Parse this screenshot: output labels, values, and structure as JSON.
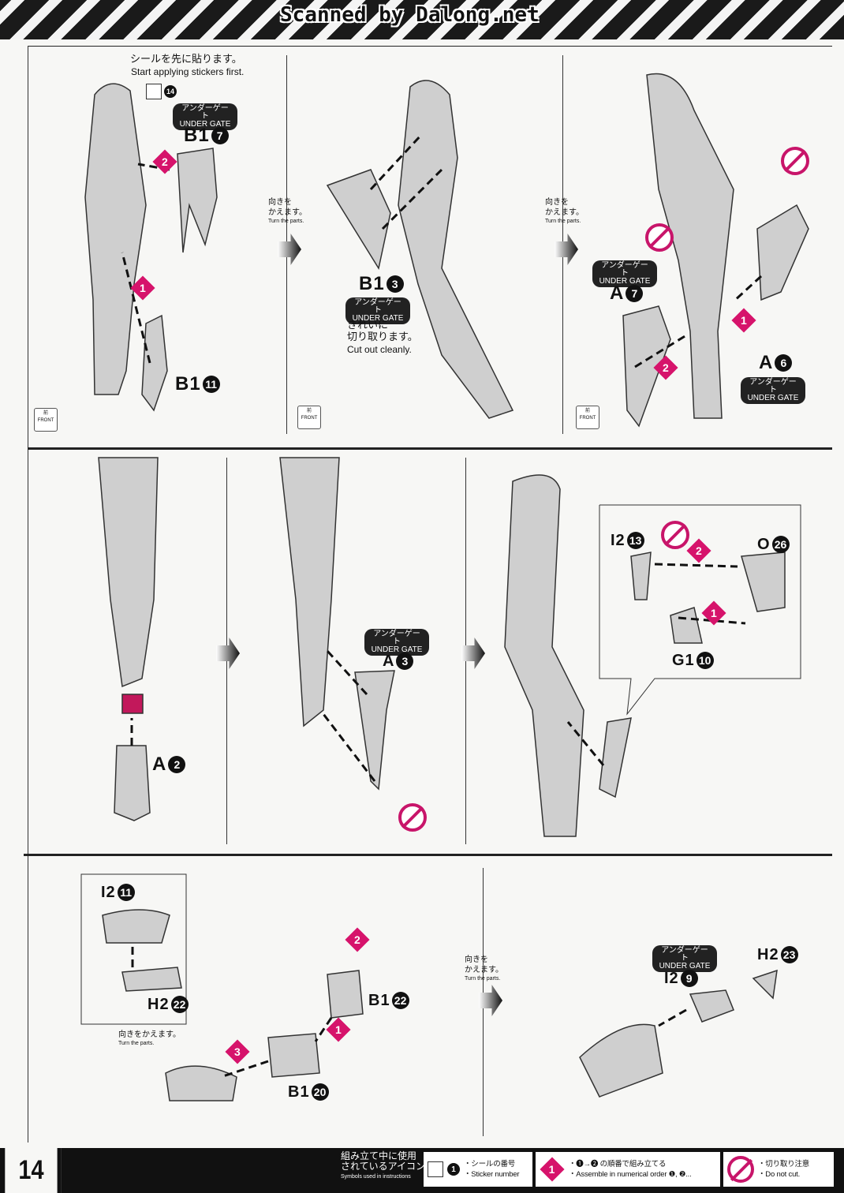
{
  "header": {
    "watermark": "Scanned by Dalong.net"
  },
  "notes": {
    "sticker_first_jp": "シールを先に貼ります。",
    "sticker_first_en": "Start applying stickers first.",
    "sticker_no": "14",
    "cut_clean_jp1": "きれいに",
    "cut_clean_jp2": "切り取ります。",
    "cut_clean_en": "Cut out cleanly."
  },
  "under_gate": {
    "jp": "アンダーゲート",
    "en": "UNDER GATE"
  },
  "turn": {
    "jp1": "向きを",
    "jp2": "かえます。",
    "jp_single": "向きをかえます。",
    "en": "Turn the parts."
  },
  "front": {
    "jp": "前",
    "en": "FRONT"
  },
  "parts": [
    {
      "code": "B1",
      "num": "7"
    },
    {
      "code": "B1",
      "num": "11"
    },
    {
      "code": "B1",
      "num": "3"
    },
    {
      "code": "A",
      "num": "7"
    },
    {
      "code": "A",
      "num": "6"
    },
    {
      "code": "I2",
      "num": "13"
    },
    {
      "code": "O",
      "num": "26"
    },
    {
      "code": "G1",
      "num": "10"
    },
    {
      "code": "A",
      "num": "2"
    },
    {
      "code": "A",
      "num": "3"
    },
    {
      "code": "I2",
      "num": "11"
    },
    {
      "code": "H2",
      "num": "22"
    },
    {
      "code": "B1",
      "num": "22"
    },
    {
      "code": "B1",
      "num": "20"
    },
    {
      "code": "I2",
      "num": "9"
    },
    {
      "code": "H2",
      "num": "23"
    }
  ],
  "steps": [
    "1",
    "2",
    "3"
  ],
  "footer": {
    "page": "14",
    "title_jp1": "組み立て中に使用",
    "title_jp2": "されているアイコン",
    "title_en": "Symbols used in instructions",
    "sticker_jp": "・シールの番号",
    "sticker_en": "・Sticker number",
    "sticker_num": "1",
    "order_jp": "・❶→❷ の順番で組み立てる",
    "order_en": "・Assemble in numerical order ❶, ❷...",
    "nocut_jp": "・切り取り注意",
    "nocut_en": "・Do not cut."
  },
  "colors": {
    "accent": "#d6136b",
    "nocut": "#c8156a"
  }
}
